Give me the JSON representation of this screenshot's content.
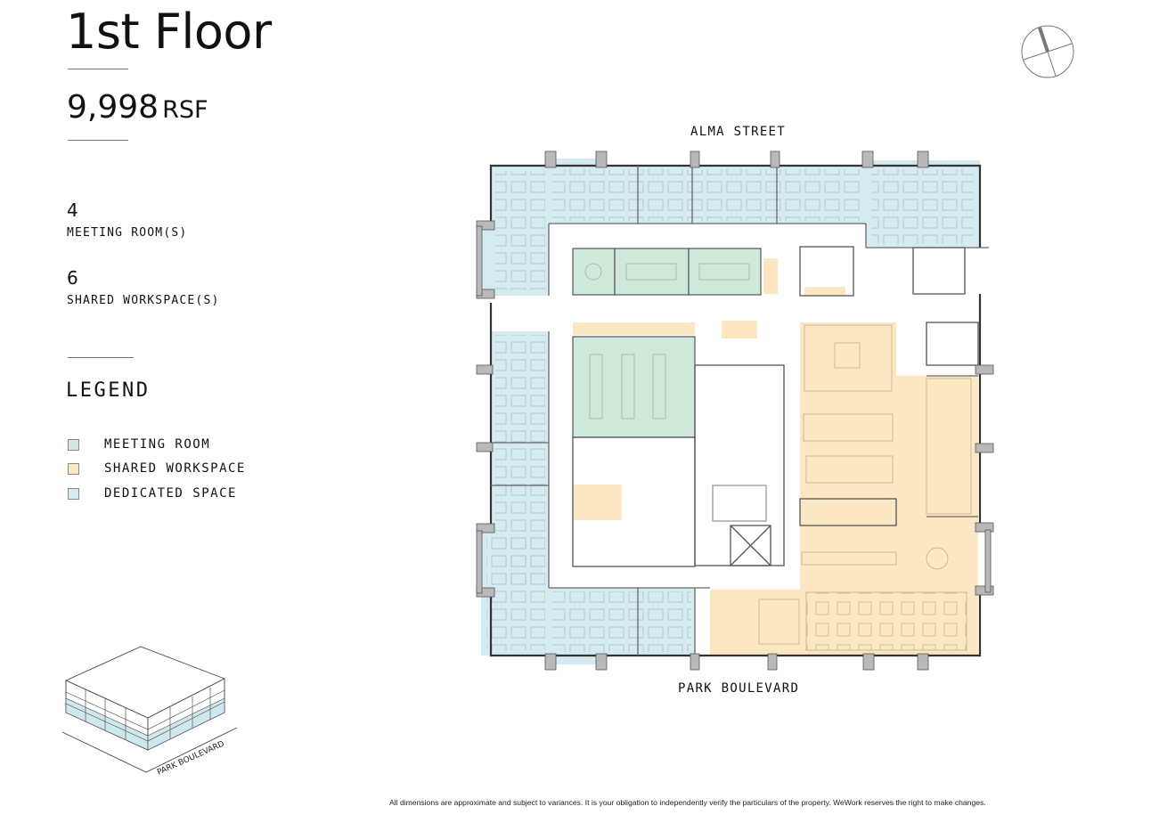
{
  "header": {
    "floor_title": "1st Floor",
    "area_value": "9,998",
    "area_unit": "RSF"
  },
  "stats": [
    {
      "count": "4",
      "label": "MEETING ROOM(S)"
    },
    {
      "count": "6",
      "label": "SHARED WORKSPACE(S)"
    }
  ],
  "legend": {
    "title": "LEGEND",
    "items": [
      {
        "label": "MEETING ROOM",
        "color": "#cfe9da"
      },
      {
        "label": "SHARED WORKSPACE",
        "color": "#fbe8c3"
      },
      {
        "label": "DEDICATED SPACE",
        "color": "#d3ebf1"
      }
    ]
  },
  "plan": {
    "north_street": "ALMA STREET",
    "south_street": "PARK BOULEVARD",
    "colors": {
      "meeting": "#cfe9da",
      "shared": "#fbe8c3",
      "dedicated": "#d3ebf1",
      "wall": "#444444",
      "column": "#b9b9b9"
    }
  },
  "axon": {
    "street_label": "PARK BOULEVARD"
  },
  "compass": {
    "icon": "north-arrow-icon"
  },
  "disclaimer": "All dimensions are approximate and subject to variances. It is your obligation to independently verify the particulars of the property. WeWork reserves the right to make changes."
}
